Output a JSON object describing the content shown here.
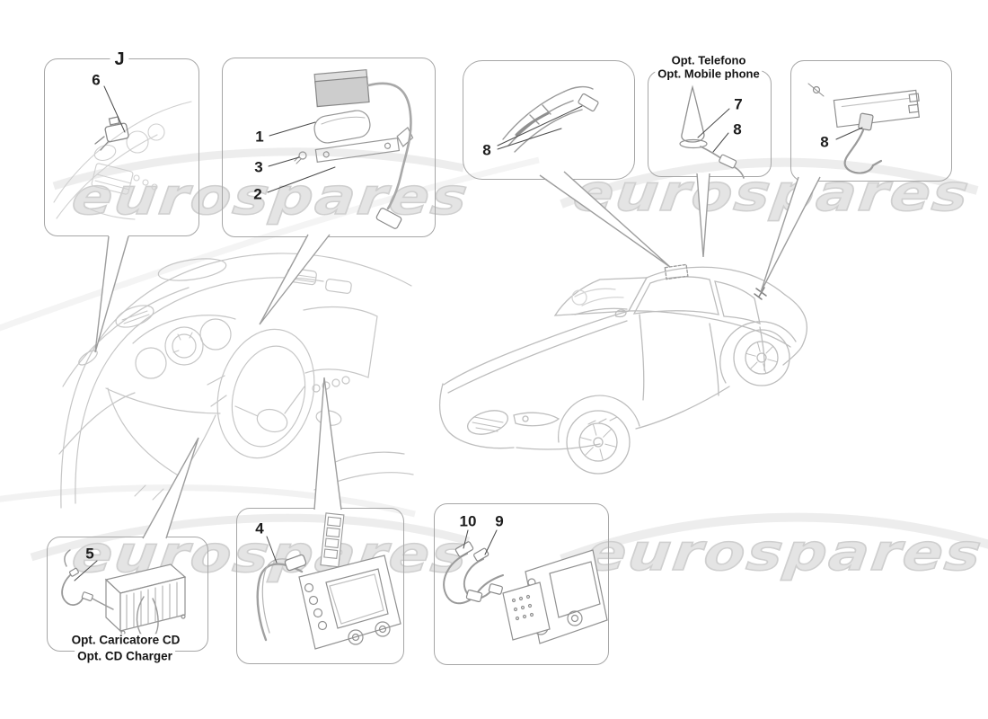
{
  "diagram": {
    "watermark_text": "eurospares",
    "boxes": {
      "dash_relay": {
        "tag": "J",
        "n6": "6"
      },
      "nav_module": {
        "n1": "1",
        "n3": "3",
        "n2": "2"
      },
      "roof_wiring": {
        "n8": "8"
      },
      "phone_antenna": {
        "title_line1": "Opt. Telefono",
        "title_line2": "Opt. Mobile phone",
        "n7": "7",
        "n8": "8"
      },
      "rear_receiver": {
        "n8": "8"
      },
      "cd_charger": {
        "n5": "5",
        "caption_line1": "Opt. Caricatore CD",
        "caption_line2": "Opt. CD Charger"
      },
      "head_unit": {
        "n4": "4"
      },
      "head_unit_cables": {
        "n10": "10",
        "n9": "9"
      }
    },
    "colors": {
      "box_border": "#a6a6a6",
      "label": "#1c1c1c",
      "sketch": "#bdbdbd",
      "watermark": "#dddddd"
    }
  }
}
